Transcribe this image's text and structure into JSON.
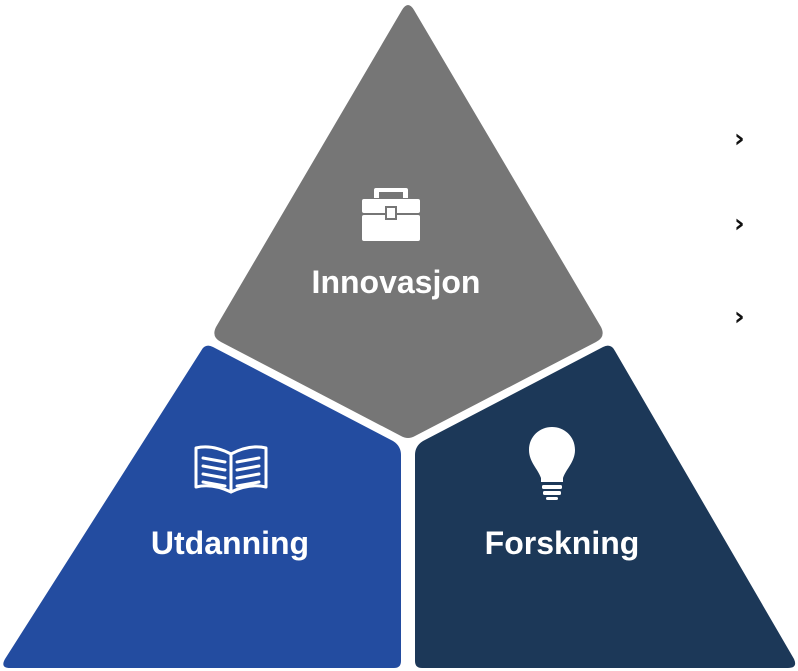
{
  "colors": {
    "innovasjon": "#767676",
    "utdanning": "#234ca0",
    "forskning": "#1c3858",
    "label": "#ffffff",
    "chevron": "#111111"
  },
  "segments": [
    {
      "key": "innovasjon",
      "label": "Innovasjon",
      "icon": "toolbox-icon"
    },
    {
      "key": "utdanning",
      "label": "Utdanning",
      "icon": "open-book-icon"
    },
    {
      "key": "forskning",
      "label": "Forskning",
      "icon": "lightbulb-icon"
    }
  ],
  "list": {
    "bullet": "›",
    "items": [
      {
        "text": ""
      },
      {
        "text": ""
      },
      {
        "text": ""
      }
    ]
  }
}
